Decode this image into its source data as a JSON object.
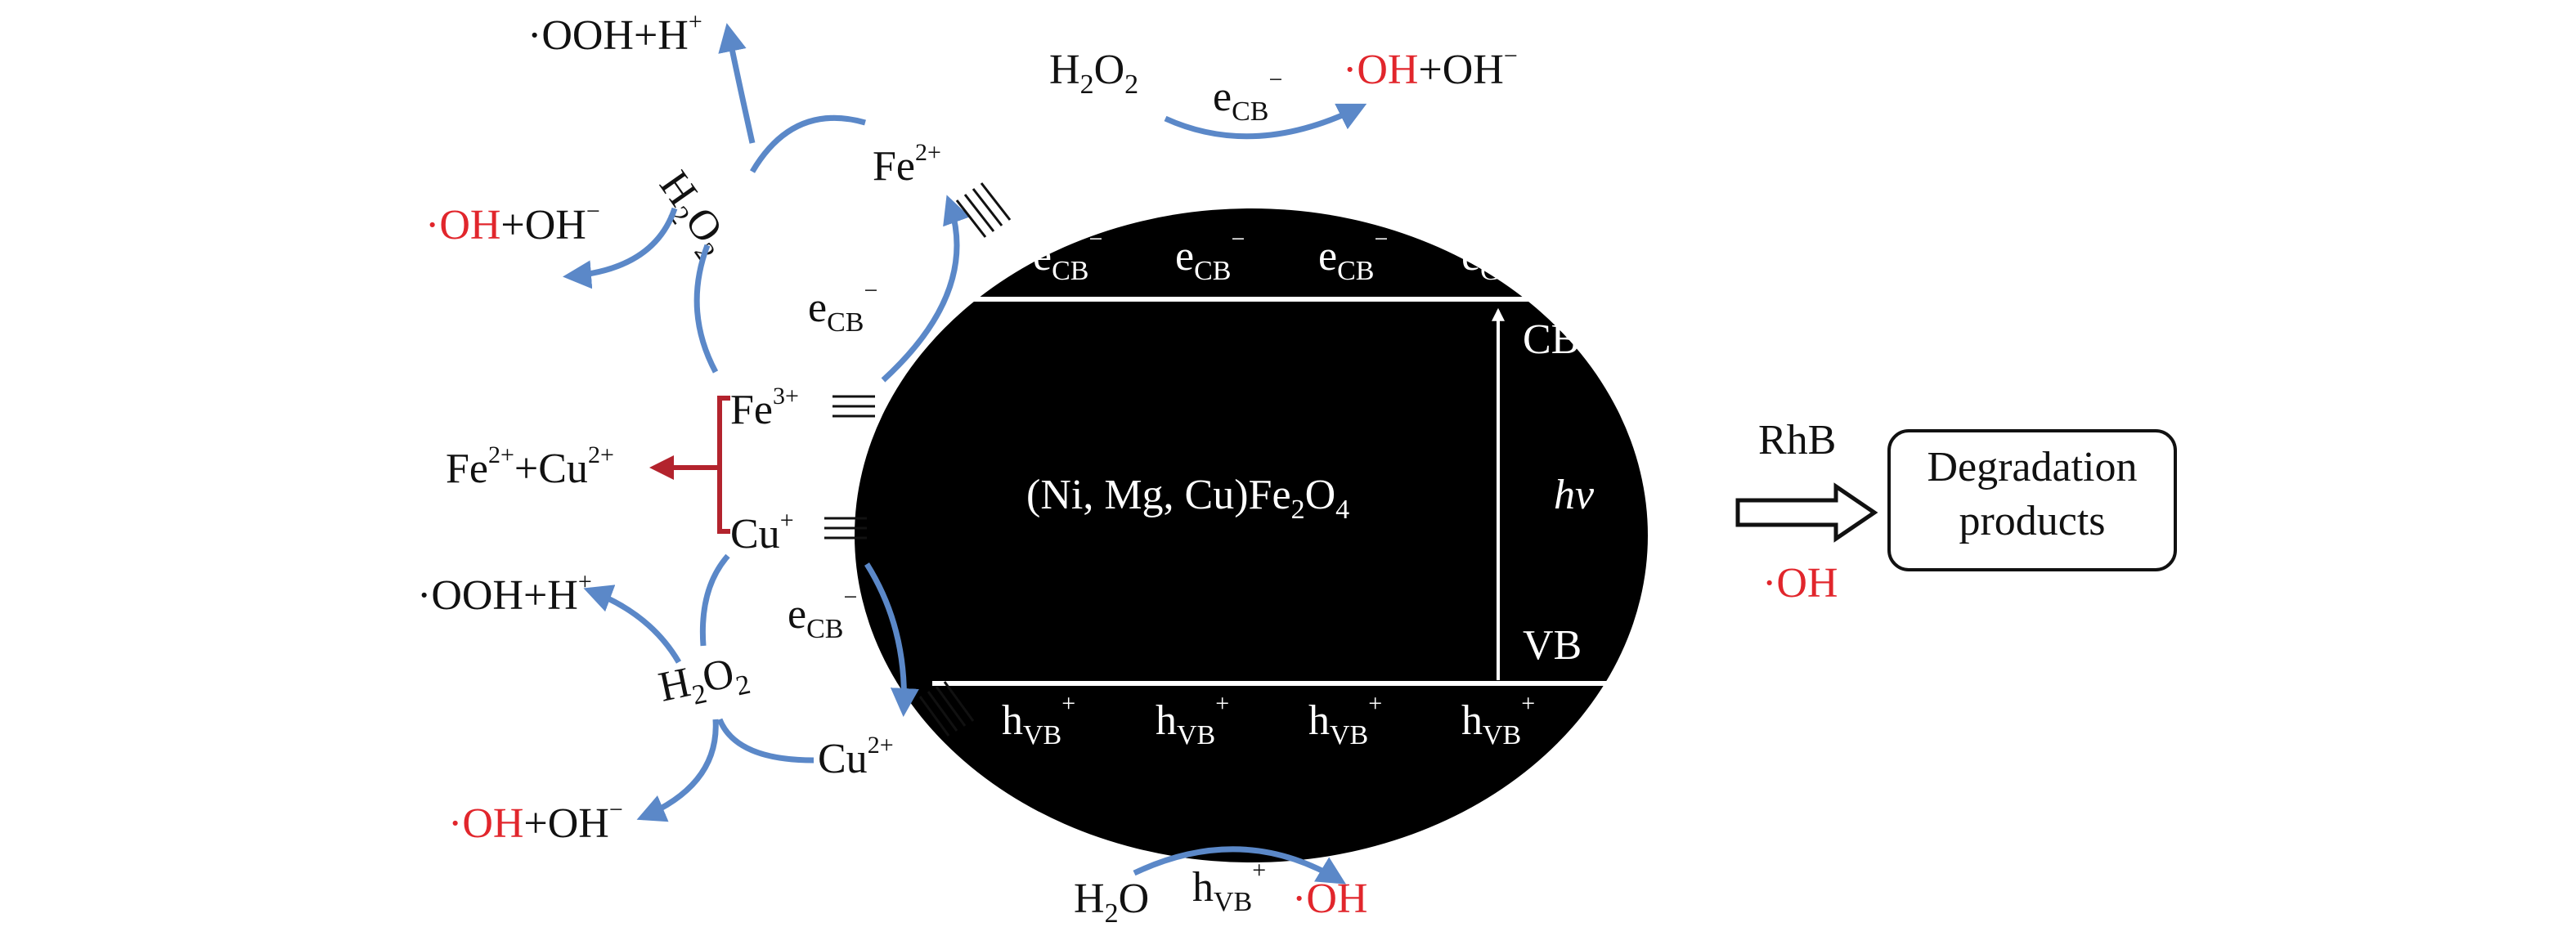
{
  "colors": {
    "particle": "#000000",
    "arrow_blue": "#5b88c8",
    "arrow_red": "#b3232d",
    "radical_red": "#e1262c",
    "text": "#111111"
  },
  "particle": {
    "formula_main": "(Ni, Mg, Cu)Fe",
    "formula_sub2": "2",
    "formula_o": "O",
    "formula_sub4": "4",
    "cb_label": "CB",
    "vb_label": "VB",
    "hv_label": "hv"
  },
  "species": {
    "e": "e",
    "cb": "CB",
    "h": "h",
    "vb": "VB",
    "minus": "−",
    "plus": "+",
    "h2": "H",
    "two": "2",
    "o2": "O",
    "h2o_h": "H",
    "h2o_2": "2",
    "h2o_o": "O",
    "fe": "Fe",
    "cu": "Cu",
    "two_plus": "2+",
    "three_plus": "3+",
    "ooh": "·OOH+H",
    "oh_dot": "·OH",
    "oh_minus_part": "+OH",
    "fe_cu_text_fe": "Fe",
    "fe_cu_text_plus_cu": "+Cu"
  },
  "output": {
    "rhb": "RhB",
    "oh": "·OH",
    "box_line1": "Degradation",
    "box_line2": "products"
  }
}
